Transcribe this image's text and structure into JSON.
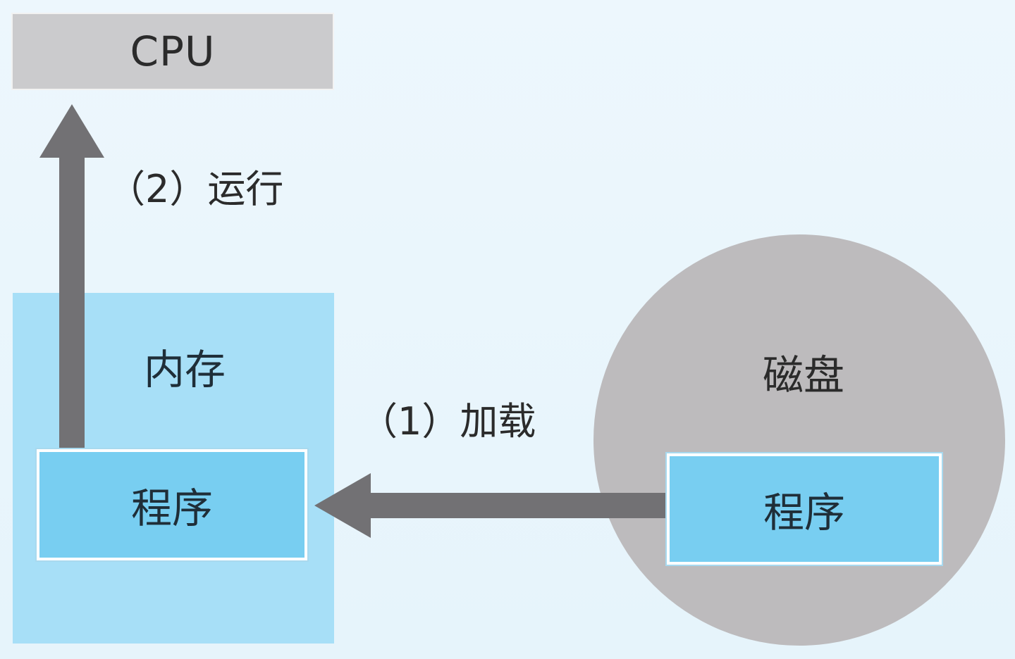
{
  "diagram": {
    "cpu": {
      "label": "CPU"
    },
    "memory": {
      "label": "内存",
      "program_label": "程序"
    },
    "disk": {
      "label": "磁盘",
      "program_label": "程序"
    },
    "steps": {
      "run": "（2）运行",
      "load": "（1）加载"
    }
  },
  "colors": {
    "background": "#e9f5fc",
    "cpu_fill": "#cbcbcd",
    "memory_fill": "#a7dff7",
    "program_fill": "#78cef1",
    "disk_fill": "#bdbbbd",
    "arrow_fill": "#727174",
    "text": "#2b2b2b"
  }
}
